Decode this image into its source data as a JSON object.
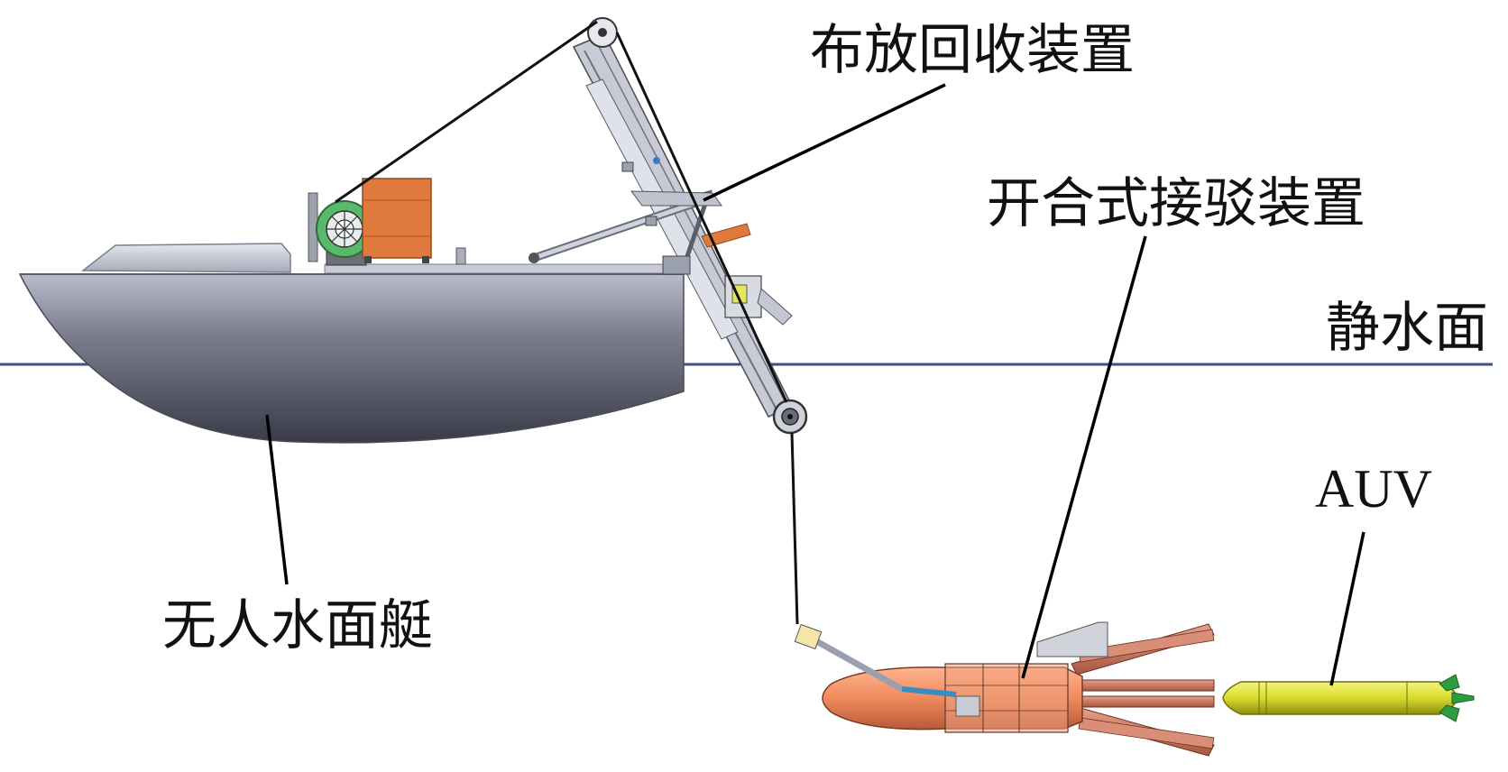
{
  "labels": {
    "launch_recovery": "布放回收装置",
    "docking": "开合式接驳装置",
    "still_water": "静水面",
    "auv": "AUV",
    "usv": "无人水面艇"
  },
  "colors": {
    "hull": "#6e6f7e",
    "hull_light": "#b9bccb",
    "waterline": "#3d4f8a",
    "winch": "#58b96a",
    "box": "#e07a3c",
    "docking_body": "#f08a5c",
    "docking_arms": "#c96b52",
    "auv_body": "#d9dc2c",
    "auv_fins": "#2e9b3e",
    "leader": "#000000"
  }
}
